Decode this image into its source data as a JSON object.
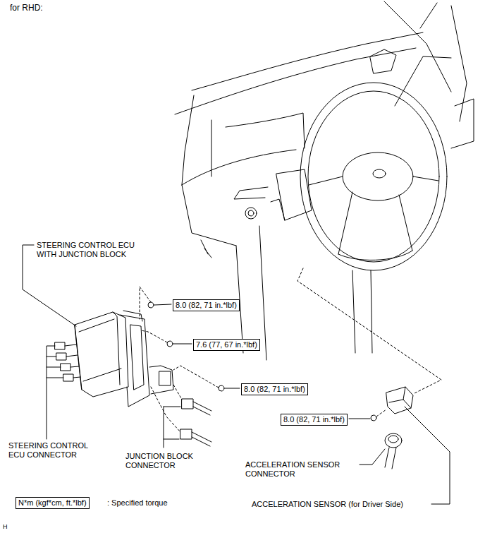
{
  "diagram": {
    "title": "for RHD:",
    "nodes": [
      {
        "text": [
          "8.0 (82, 71 in.*lbf)"
        ]
      },
      {
        "text": [
          "7.6 (77, 67 in.*lbf)"
        ]
      },
      {
        "text": [
          "8.0 (82, 71 in.*lbf)"
        ]
      },
      {
        "text": [
          "8.0 (82, 71 in.*lbf)"
        ]
      },
      {
        "text": [
          "N*m (kgf*cm, ft.*lbf)"
        ]
      }
    ],
    "labels": [
      "STEERING CONTROL ECU WITH JUNCTION BLOCK",
      "STEERING CONTROL ECU CONNECTOR",
      "JUNCTION BLOCK CONNECTOR",
      "ACCELERATION SENSOR CONNECTOR",
      ": Specified torque",
      "ACCELERATION SENSOR (for Driver Side)",
      "H"
    ]
  }
}
